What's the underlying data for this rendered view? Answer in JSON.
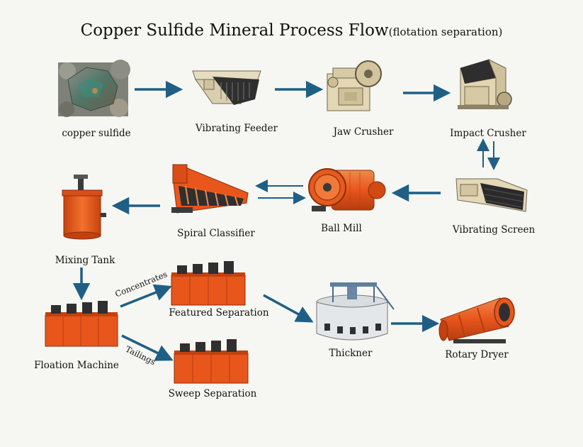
{
  "title": {
    "main": "Copper Sulfide Mineral Process Flow",
    "sub": "(flotation separation)"
  },
  "nodes": {
    "copper_sulfide": "copper sulfide",
    "vibrating_feeder": "Vibrating Feeder",
    "jaw_crusher": "Jaw Crusher",
    "impact_crusher": "Impact Crusher",
    "vibrating_screen": "Vibrating Screen",
    "ball_mill": "Ball Mill",
    "spiral_classifier": "Spiral Classifier",
    "mixing_tank": "Mixing Tank",
    "flotation_machine": "Floation Machine",
    "featured_separation": "Featured Separation",
    "sweep_separation": "Sweep Separation",
    "thickner": "Thickner",
    "rotary_dryer": "Rotary Dryer"
  },
  "edge_labels": {
    "concentrates": "Concentrates",
    "tailings": "Tailings"
  },
  "colors": {
    "arrow": "#1f5f85",
    "machine_orange": "#e8551c",
    "machine_dark": "#3a3a3a",
    "machine_cream": "#e6dcc0",
    "ore": "#5f7a6a",
    "background": "#f6f7f2"
  }
}
